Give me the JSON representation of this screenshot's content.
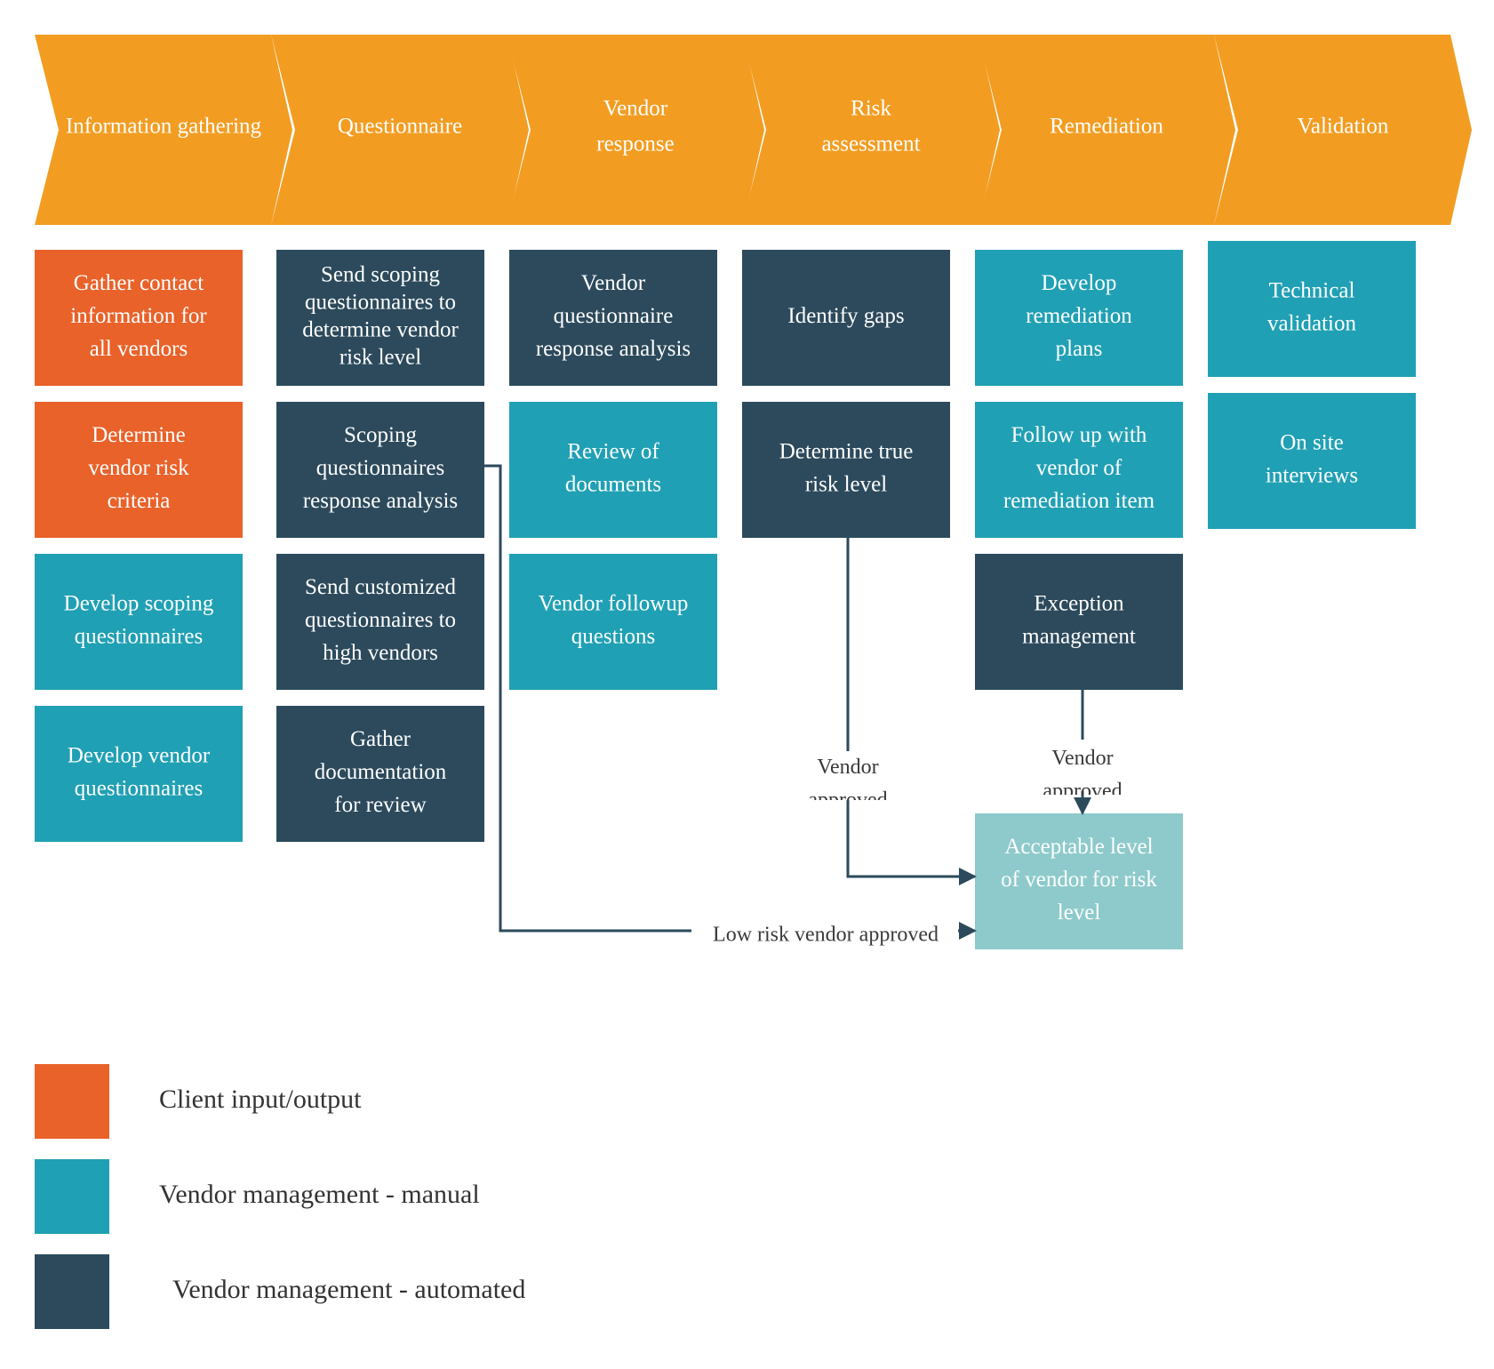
{
  "colors": {
    "stage": "#F29D22",
    "client": "#E8622A",
    "manual": "#20A0B4",
    "automated": "#2C4A5C",
    "outcome": "#8ECACB",
    "connector": "#2C4A5C"
  },
  "stages": [
    {
      "id": "information-gathering",
      "lines": [
        "Information gathering"
      ]
    },
    {
      "id": "questionnaire",
      "lines": [
        "Questionnaire"
      ]
    },
    {
      "id": "vendor-response",
      "lines": [
        "Vendor",
        "response"
      ]
    },
    {
      "id": "risk-assessment",
      "lines": [
        "Risk",
        "assessment"
      ]
    },
    {
      "id": "remediation",
      "lines": [
        "Remediation"
      ]
    },
    {
      "id": "validation",
      "lines": [
        "Validation"
      ]
    }
  ],
  "tasks": [
    {
      "id": "gather-contact-info",
      "stage": 0,
      "type": "client",
      "lines": [
        "Gather contact",
        "information for",
        "all vendors"
      ]
    },
    {
      "id": "determine-vendor-risk-criteria",
      "stage": 0,
      "type": "client",
      "lines": [
        "Determine",
        "vendor risk",
        "criteria"
      ]
    },
    {
      "id": "develop-scoping-questionnaires",
      "stage": 0,
      "type": "manual",
      "lines": [
        "Develop scoping",
        "questionnaires"
      ]
    },
    {
      "id": "develop-vendor-questionnaires",
      "stage": 0,
      "type": "manual",
      "lines": [
        "Develop vendor",
        "questionnaires"
      ]
    },
    {
      "id": "send-scoping-questionnaires",
      "stage": 1,
      "type": "automated",
      "lines": [
        "Send scoping",
        "questionnaires to",
        "determine vendor",
        "risk level"
      ]
    },
    {
      "id": "scoping-response-analysis",
      "stage": 1,
      "type": "automated",
      "lines": [
        "Scoping",
        "questionnaires",
        "response analysis"
      ]
    },
    {
      "id": "send-customized-questionnaires",
      "stage": 1,
      "type": "automated",
      "lines": [
        "Send customized",
        "questionnaires to",
        "high vendors"
      ]
    },
    {
      "id": "gather-documentation",
      "stage": 1,
      "type": "automated",
      "lines": [
        "Gather",
        "documentation",
        "for  review"
      ]
    },
    {
      "id": "vendor-questionnaire-response-analysis",
      "stage": 2,
      "type": "automated",
      "lines": [
        "Vendor",
        "questionnaire",
        "response analysis"
      ]
    },
    {
      "id": "review-of-documents",
      "stage": 2,
      "type": "manual",
      "lines": [
        "Review of",
        "documents"
      ]
    },
    {
      "id": "vendor-followup-questions",
      "stage": 2,
      "type": "manual",
      "lines": [
        "Vendor  followup",
        "questions"
      ]
    },
    {
      "id": "identify-gaps",
      "stage": 3,
      "type": "automated",
      "lines": [
        "Identify gaps"
      ]
    },
    {
      "id": "determine-true-risk-level",
      "stage": 3,
      "type": "automated",
      "lines": [
        "Determine true",
        "risk level"
      ]
    },
    {
      "id": "develop-remediation-plans",
      "stage": 4,
      "type": "manual",
      "lines": [
        "Develop",
        "remediation",
        "plans"
      ]
    },
    {
      "id": "follow-up-remediation-item",
      "stage": 4,
      "type": "manual",
      "lines": [
        "Follow up with",
        "vendor of",
        "remediation item"
      ]
    },
    {
      "id": "exception-management",
      "stage": 4,
      "type": "automated",
      "lines": [
        "Exception",
        "management"
      ]
    },
    {
      "id": "technical-validation",
      "stage": 5,
      "type": "manual",
      "lines": [
        "Technical",
        "validation"
      ]
    },
    {
      "id": "on-site-interviews",
      "stage": 5,
      "type": "manual",
      "lines": [
        "On site",
        "interviews"
      ]
    }
  ],
  "outcome": {
    "id": "acceptable-level",
    "lines": [
      "Acceptable level",
      "of vendor for risk",
      "level"
    ]
  },
  "connectors": [
    {
      "id": "vendor-approved-risk",
      "from": "determine-true-risk-level",
      "label": [
        "Vendor",
        "approved"
      ]
    },
    {
      "id": "vendor-approved-exception",
      "from": "exception-management",
      "label": [
        "Vendor",
        "approved"
      ]
    },
    {
      "id": "low-risk-vendor-approved",
      "from": "scoping-response-analysis",
      "label": [
        "Low risk vendor approved"
      ]
    }
  ],
  "legend": [
    {
      "type": "client",
      "label": "Client input/output"
    },
    {
      "type": "manual",
      "label": "Vendor  management  - manual"
    },
    {
      "type": "automated",
      "label": "Vendor  management  - automated"
    }
  ]
}
